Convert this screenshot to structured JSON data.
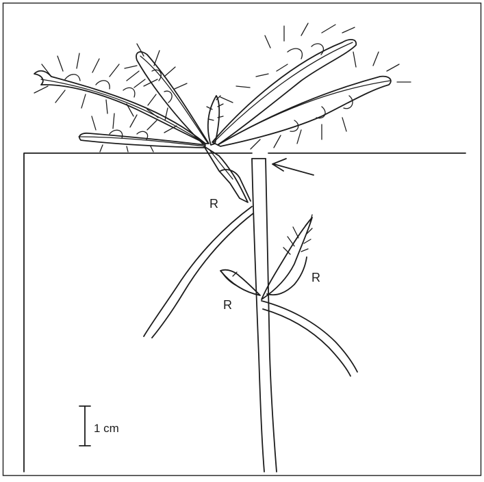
{
  "labels": {
    "root_bud_upper": "R",
    "root_bud_right": "R",
    "root_bud_left": "R"
  },
  "scale_bar": {
    "text": "1 cm"
  }
}
